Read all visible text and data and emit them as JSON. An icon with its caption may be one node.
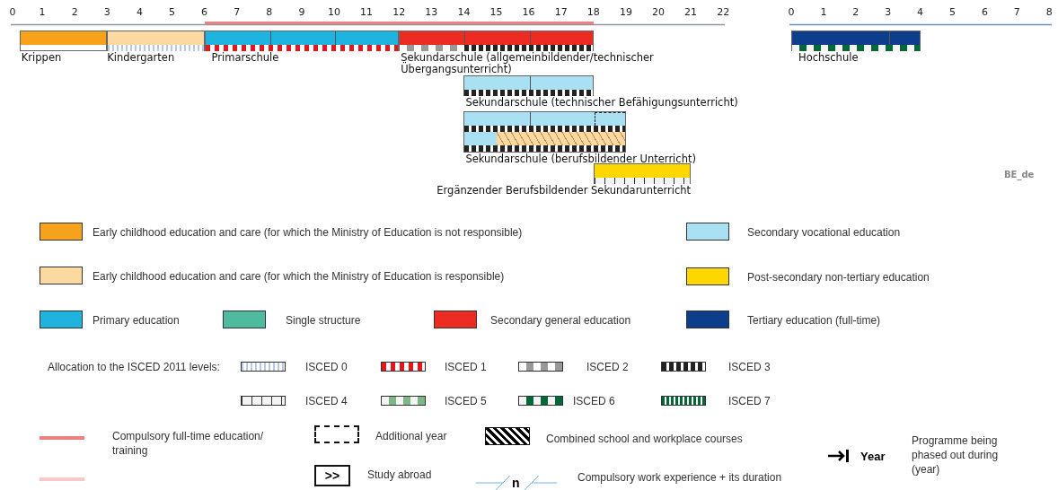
{
  "diagram": {
    "nodes": [
      {
        "text": [
          "Krippen"
        ]
      },
      {
        "text": [
          "Kindergarten"
        ]
      },
      {
        "text": [
          "Primarschule"
        ]
      },
      {
        "text": [
          "Sekundarschule (allgemeinbildender/technischer Übergangsunterricht)"
        ]
      },
      {
        "text": [
          "Sekundarschule (technischer Befähigungsunterricht)"
        ]
      },
      {
        "text": [
          "Sekundarschule (berufsbildender Unterricht)"
        ]
      },
      {
        "text": [
          "Ergänzender Berufsbildender Sekundarunterricht"
        ]
      },
      {
        "text": [
          "Hochschule"
        ]
      }
    ],
    "edges": [],
    "labels": [
      "0",
      "1",
      "2",
      "3",
      "4",
      "5",
      "6",
      "7",
      "8",
      "9",
      "10",
      "11",
      "12",
      "13",
      "14",
      "15",
      "16",
      "17",
      "18",
      "19",
      "20",
      "21",
      "22",
      "0",
      "1",
      "2",
      "3",
      "4",
      "5",
      "6",
      "7",
      "8",
      "BE_de",
      "Allocation to the ISCED 2011 levels:",
      ">>",
      "n",
      "Year"
    ],
    "legend": [
      {
        "text": "Early childhood education and care (for which the Ministry of Education is not responsible)",
        "color": "#f7a21b"
      },
      {
        "text": "Secondary vocational education",
        "color": "#a9e1f2"
      },
      {
        "text": "Early childhood education and care (for which the Ministry of Education is responsible)",
        "color": "#fcd9a0"
      },
      {
        "text": "Post-secondary non-tertiary education",
        "color": "#ffd700"
      },
      {
        "text": "Primary education",
        "color": "#1fb3e0"
      },
      {
        "text": "Single structure",
        "color": "#4fbb9e"
      },
      {
        "text": "Secondary general education",
        "color": "#ec2b23"
      },
      {
        "text": "Tertiary education (full-time)",
        "color": "#0d3e8b"
      },
      {
        "text": "ISCED 0"
      },
      {
        "text": "ISCED 1"
      },
      {
        "text": "ISCED 2"
      },
      {
        "text": "ISCED 3"
      },
      {
        "text": "ISCED 4"
      },
      {
        "text": "ISCED 5"
      },
      {
        "text": "ISCED 6"
      },
      {
        "text": "ISCED 7"
      },
      {
        "text": "Compulsory full-time education/ training"
      },
      {
        "text": "Additional year"
      },
      {
        "text": "Combined school and workplace courses"
      },
      {
        "text": "Programme being phased out during (year)"
      },
      {
        "text": "Study abroad"
      },
      {
        "text": "Compulsory work experience + its duration"
      }
    ]
  }
}
